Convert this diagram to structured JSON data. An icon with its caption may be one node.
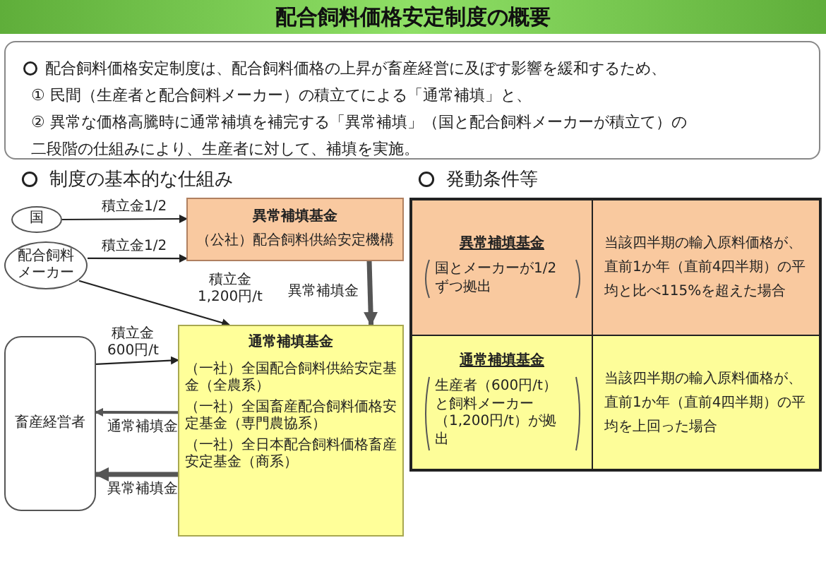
{
  "diagram": {
    "title": "配合飼料価格安定制度の概要",
    "nodes": [
      {
        "text": [
          "配合飼料価格安定制度は、配合飼料価格の上昇が畜産経営に及ぼす影響を緩和するため、",
          "①  民間（生産者と配合飼料メーカー）の積立てによる「通常補填」と、",
          "②  異常な価格高騰時に通常補填を補完する「異常補填」（国と配合飼料メーカーが積立て）の",
          "二段階の仕組みにより、生産者に対して、補填を実施。"
        ]
      },
      {
        "text": [
          "国"
        ]
      },
      {
        "text": [
          "配合飼料メーカー"
        ]
      },
      {
        "text": [
          "異常補填基金",
          "（公社）配合飼料供給安定機構"
        ]
      },
      {
        "text": [
          "畜産経営者"
        ]
      },
      {
        "text": [
          "通常補填基金",
          "（一社）全国配合飼料供給安定基金（全農系）",
          "（一社）全国畜産配合飼料価格安定基金（専門農協系）",
          "（一社）全日本配合飼料価格畜産安定基金（商系）"
        ]
      }
    ],
    "edges": [
      {
        "from": 1,
        "to": 3,
        "arrow": "to",
        "label": "積立金1/2"
      },
      {
        "from": 2,
        "to": 3,
        "arrow": "to",
        "label": "積立金1/2"
      },
      {
        "from": 2,
        "to": 5,
        "arrow": "to",
        "label": "積立金 1,200円/t"
      },
      {
        "from": 4,
        "to": 5,
        "arrow": "to",
        "label": "積立金 600円/t"
      },
      {
        "from": 3,
        "to": 5,
        "arrow": "to",
        "label": "異常補填金",
        "style": "thick",
        "color": "#555555"
      },
      {
        "from": 5,
        "to": 4,
        "arrow": "to",
        "label": "通常補填金",
        "color": "#555555"
      },
      {
        "from": 5,
        "to": 4,
        "arrow": "to",
        "label": "異常補填金",
        "style": "thick",
        "color": "#555555"
      }
    ],
    "labels": [
      "制度の基本的な仕組み",
      "発動条件等",
      "異常補填基金",
      "国とメーカーが1/2ずつ拠出",
      "当該四半期の輸入原料価格が、直前1か年（直前4四半期）の平均と比べ115%を超えた場合",
      "通常補填基金",
      "生産者（600円/t）と飼料メーカー（1,200円/t）が拠出",
      "当該四半期の輸入原料価格が、直前1か年（直前4四半期）の平均を上回った場合"
    ]
  }
}
